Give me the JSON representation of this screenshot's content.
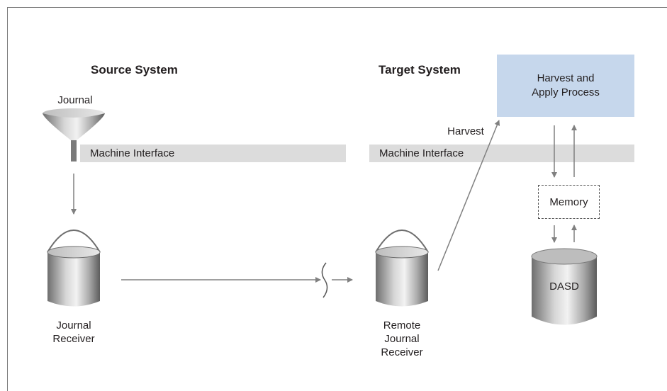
{
  "source": {
    "heading": "Source System",
    "journal_label": "Journal",
    "machine_interface": "Machine Interface",
    "receiver_label": [
      "Journal",
      "Receiver"
    ]
  },
  "target": {
    "heading": "Target System",
    "harvest_box": [
      "Harvest and",
      "Apply Process"
    ],
    "harvest_label": "Harvest",
    "machine_interface": "Machine Interface",
    "memory_label": "Memory",
    "dasd_label": "DASD",
    "remote_receiver_label": [
      "Remote",
      "Journal",
      "Receiver"
    ]
  },
  "colors": {
    "harvest_box": "#c6d7ec",
    "interface_bar": "#dcdcdc",
    "arrow": "#808080"
  }
}
